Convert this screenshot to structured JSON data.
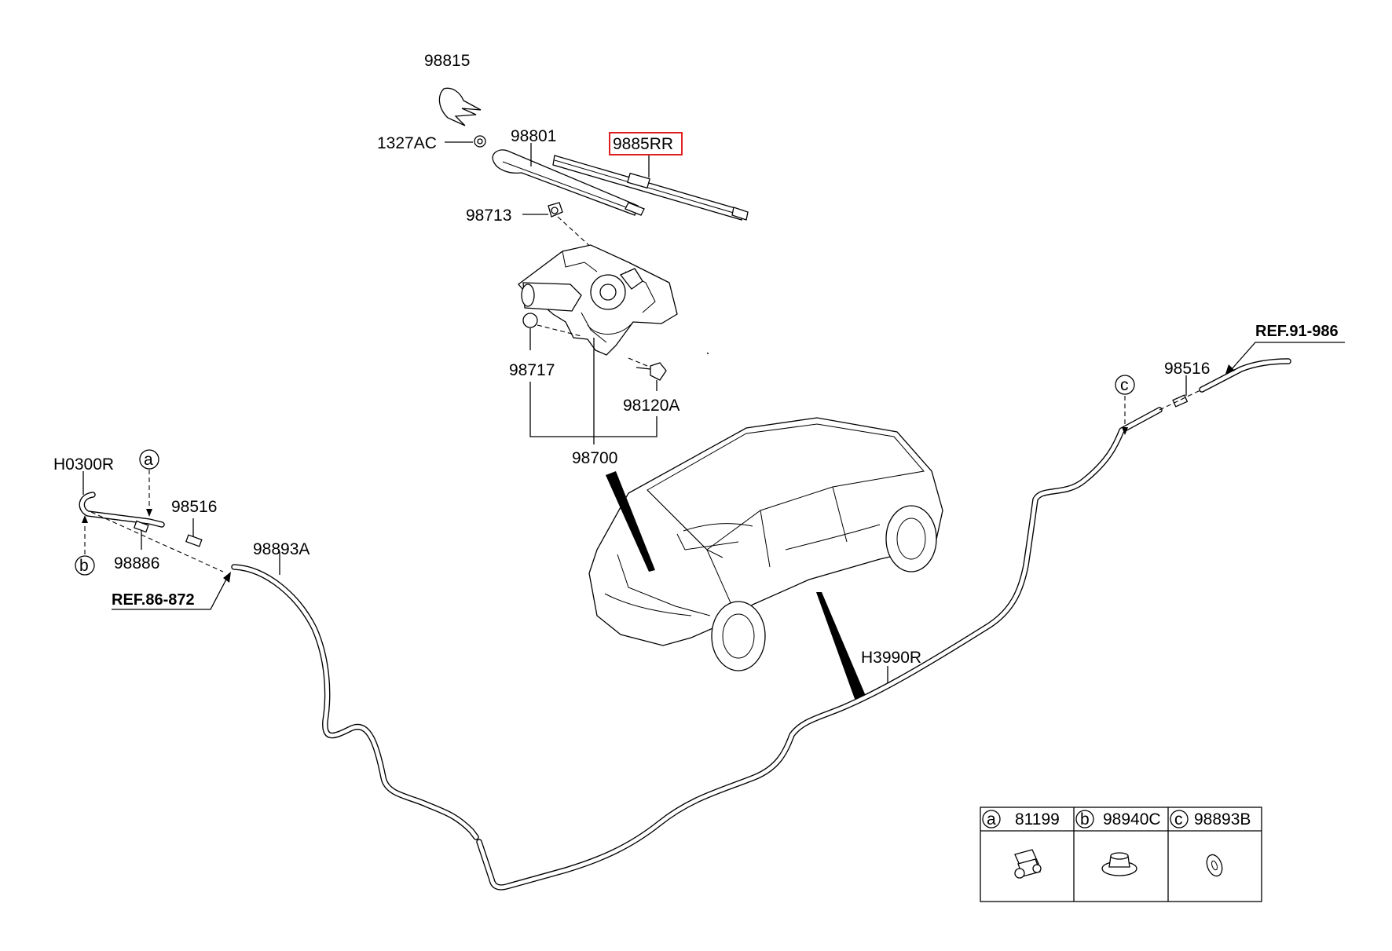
{
  "labels": {
    "p98815": "98815",
    "p1327AC": "1327AC",
    "p98801": "98801",
    "p9885RR": "9885RR",
    "p98713": "98713",
    "p98717": "98717",
    "p98120A": "98120A",
    "p98700": "98700",
    "pH0300R": "H0300R",
    "p98516_left": "98516",
    "p98886": "98886",
    "p98893A": "98893A",
    "p98516_right": "98516",
    "pH3990R": "H3990R"
  },
  "references": {
    "left": "REF.86-872",
    "right": "REF.91-986"
  },
  "callouts": {
    "a": "a",
    "b": "b",
    "c": "c"
  },
  "legend": [
    {
      "letter": "a",
      "part": "81199"
    },
    {
      "letter": "b",
      "part": "98940C"
    },
    {
      "letter": "c",
      "part": "98893B"
    }
  ],
  "highlight_color": "#e02020"
}
